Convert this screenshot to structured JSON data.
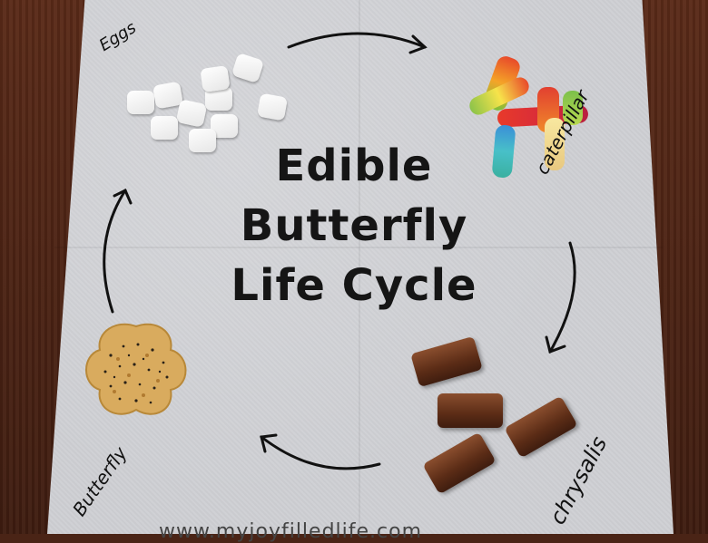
{
  "title": {
    "line1": "Edible",
    "line2": "Butterfly",
    "line3": "Life Cycle"
  },
  "labels": {
    "eggs": "Eggs",
    "caterpillar": "caterpillar",
    "chrysalis": "chrysalis",
    "butterfly": "Butterfly"
  },
  "watermark": "www.myjoyfilledlife.com",
  "colors": {
    "napkin": "#cfd0d4",
    "table": "#4a2416",
    "ink": "#151515",
    "chocolate": "#5b2c16"
  }
}
